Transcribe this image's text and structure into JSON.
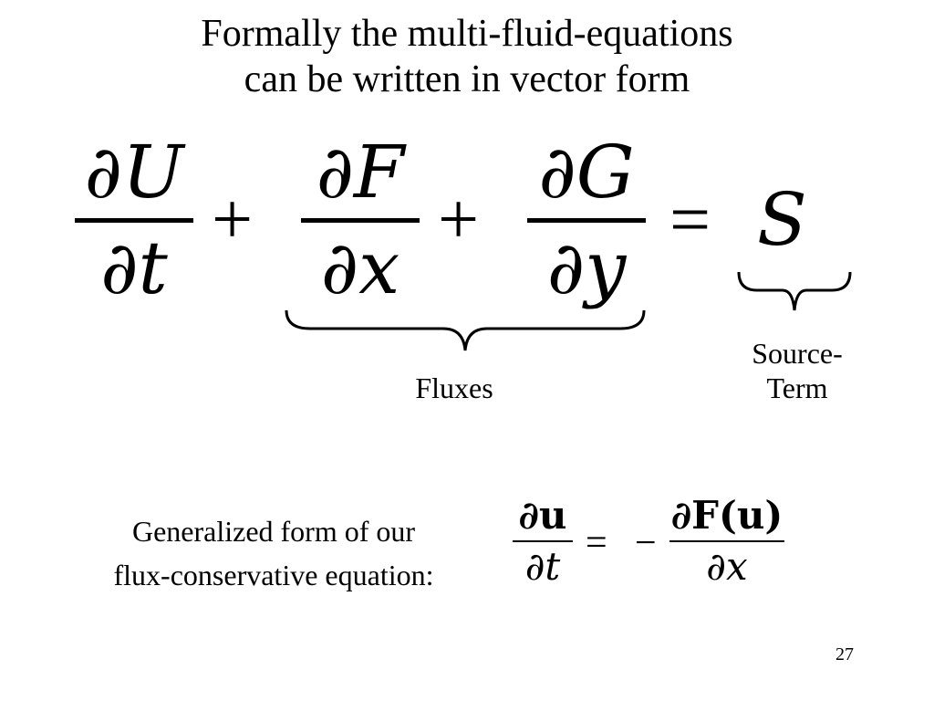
{
  "title": {
    "line1": "Formally the multi-fluid-equations",
    "line2": "can be written in vector form"
  },
  "equation": {
    "term1": {
      "num": "∂U",
      "den": "∂t"
    },
    "plus1": "+",
    "term2": {
      "num": "∂F",
      "den": "∂x"
    },
    "plus2": "+",
    "term3": {
      "num": "∂G",
      "den": "∂y"
    },
    "equals": "=",
    "rhs": "S"
  },
  "labels": {
    "fluxes": "Fluxes",
    "source_line1": "Source-",
    "source_line2": "Term"
  },
  "generalized": {
    "label_line1": "Generalized form of our",
    "label_line2": "flux-conservative equation:",
    "lhs": {
      "num": "∂u",
      "den": "∂t"
    },
    "equals": "=",
    "minus": "−",
    "rhs": {
      "num": "∂F(u)",
      "den": "∂x"
    }
  },
  "page_number": "27"
}
